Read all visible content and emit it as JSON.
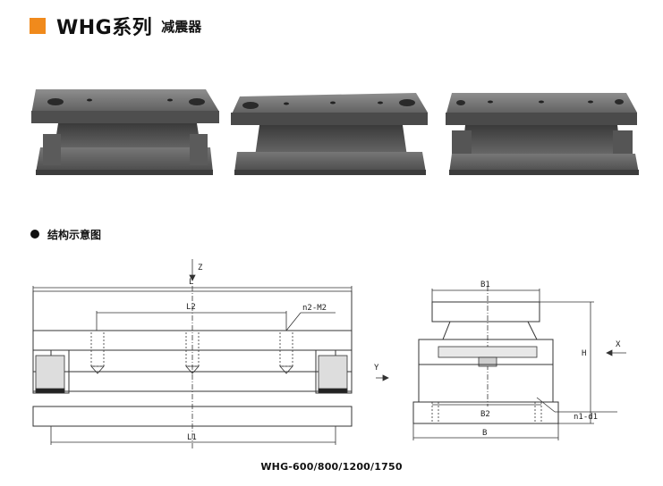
{
  "header": {
    "series": "WHG系列",
    "category": "减震器",
    "accent_color": "#f08a1c"
  },
  "photos": [
    {
      "name": "product-photo-1"
    },
    {
      "name": "product-photo-2"
    },
    {
      "name": "product-photo-3"
    }
  ],
  "section": {
    "label": "结构示意图"
  },
  "front_view": {
    "z_label": "Z",
    "l_label": "L",
    "l2_label": "L2",
    "hole_label": "n2-M2",
    "y_label": "Y",
    "l1_label": "L1"
  },
  "side_view": {
    "b1_label": "B1",
    "h_label": "H",
    "x_label": "X",
    "b2_label": "B2",
    "hole_label": "n1-d1",
    "b_label": "B"
  },
  "model": "WHG-600/800/1200/1750"
}
